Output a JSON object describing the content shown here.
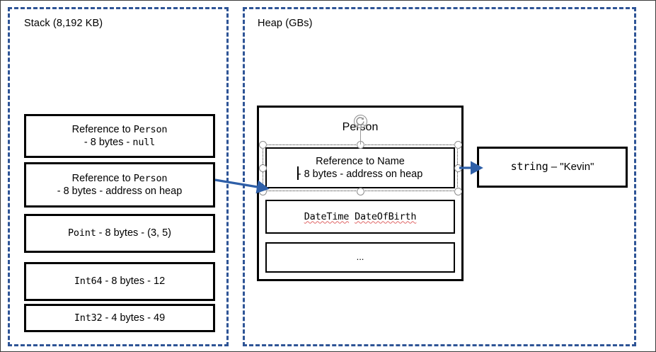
{
  "regions": {
    "stack": {
      "label": "Stack (8,192 KB)"
    },
    "heap": {
      "label": "Heap (GBs)"
    }
  },
  "colors": {
    "region_border": "#2e5496",
    "box_border": "#000000",
    "arrow": "#2e5fa8",
    "spellcheck_underline": "#e06666",
    "handle_fill": "#ffffff",
    "handle_border": "#8c8c8c"
  },
  "stack_boxes": [
    {
      "name": "reference-to-person-null",
      "line1_sans": "Reference to ",
      "line1_mono": "Person",
      "line2_sans": "- 8 bytes - ",
      "line2_mono": "null"
    },
    {
      "name": "reference-to-person-address",
      "line1_sans": "Reference to ",
      "line1_mono": "Person",
      "line2_sans": "- 8 bytes - address on heap",
      "line2_mono": ""
    },
    {
      "name": "point-value",
      "line1_mono": "Point",
      "line1_sans": " - 8 bytes - (3, 5)"
    },
    {
      "name": "int64-value",
      "line1_mono": "Int64",
      "line1_sans": " - 8 bytes - 12"
    },
    {
      "name": "int32-value",
      "line1_mono": "Int32",
      "line1_sans": " - 4 bytes - 49"
    }
  ],
  "heap": {
    "person": {
      "title": "Person",
      "fields": [
        {
          "name": "reference-to-name",
          "selected": true,
          "line1": "Reference to Name",
          "line2_before_caret": "- 8",
          "line2_after_caret": " bytes - address on heap"
        },
        {
          "name": "datetime-dateofbirth",
          "selected": false,
          "mono_spell_1": "DateTime",
          "mono_spell_2": "DateOfBirth"
        },
        {
          "name": "ellipsis-field",
          "selected": false,
          "text": "..."
        }
      ]
    },
    "string_box": {
      "name": "string-kevin",
      "mono": "string",
      "sans": " – \"Kevin\""
    }
  },
  "arrows": [
    {
      "name": "stack-to-person-arrow"
    },
    {
      "name": "name-to-string-arrow"
    }
  ]
}
